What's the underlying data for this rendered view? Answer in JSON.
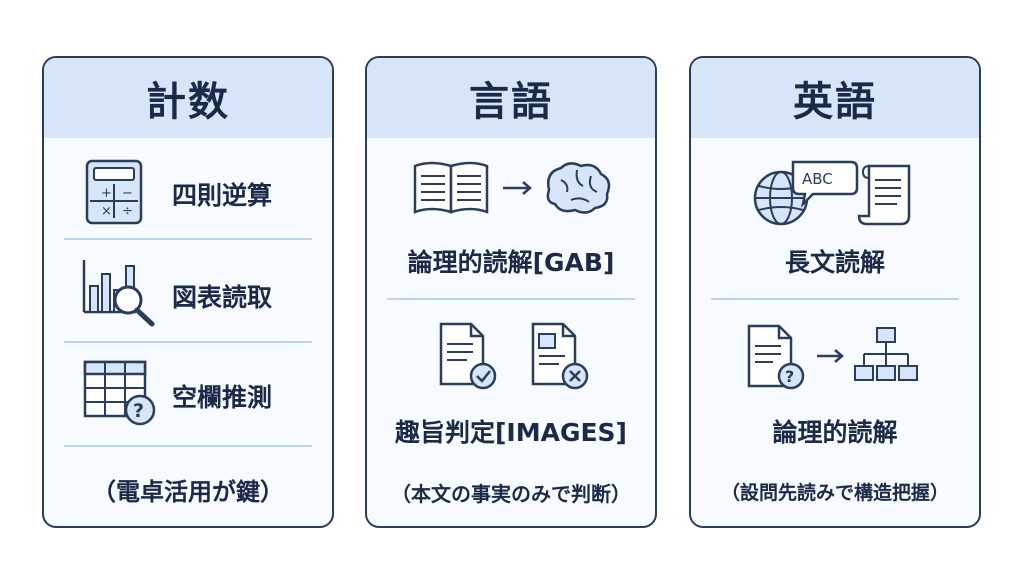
{
  "cards": [
    {
      "title": "計数",
      "items": [
        {
          "label": "四則逆算",
          "icon": "calculator-icon"
        },
        {
          "label": "図表読取",
          "icon": "chart-magnifier-icon"
        },
        {
          "label": "空欄推測",
          "icon": "table-question-icon"
        }
      ],
      "note": "（電卓活用が鍵）"
    },
    {
      "title": "言語",
      "items": [
        {
          "label": "論理的読解[GAB]",
          "icon": "book-to-brain-icon"
        },
        {
          "label": "趣旨判定[IMAGES]",
          "icon": "document-check-cross-icon"
        }
      ],
      "note": "（本文の事実のみで判断）"
    },
    {
      "title": "英語",
      "items": [
        {
          "label": "長文読解",
          "icon": "globe-abc-scroll-icon",
          "bubble_text": "ABC"
        },
        {
          "label": "論理的読解",
          "icon": "document-to-hierarchy-icon"
        }
      ],
      "note": "（設問先読みで構造把握）"
    }
  ],
  "colors": {
    "border": "#2a3d5c",
    "header_bg": "#d6e6f8",
    "icon_fill": "#d6e6f8",
    "divider": "#bcd4ee"
  }
}
